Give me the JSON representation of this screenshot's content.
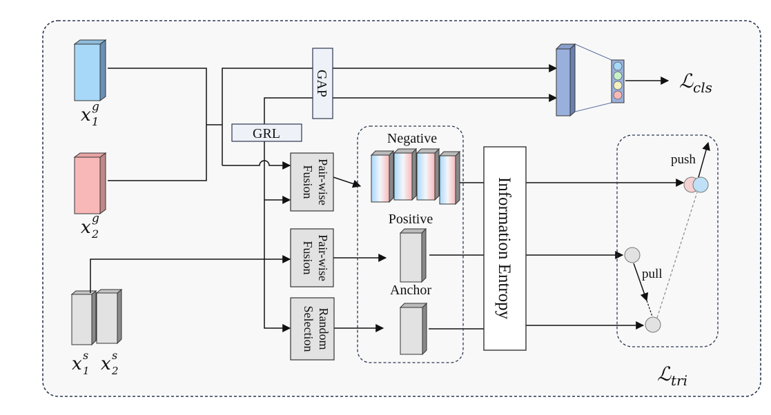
{
  "labels": {
    "gap": "GAP",
    "grl": "GRL",
    "pairwise_fusion": [
      "Pair-wise",
      "Fusion"
    ],
    "random_selection": [
      "Random",
      "Selection"
    ],
    "negative": "Negative",
    "positive": "Positive",
    "anchor": "Anchor",
    "information_entropy": "Information Entropy",
    "push": "push",
    "pull": "pull"
  },
  "math": {
    "x1g": {
      "base": "x",
      "sup": "g",
      "sub": "1"
    },
    "x2g": {
      "base": "x",
      "sup": "g",
      "sub": "2"
    },
    "x1s": {
      "base": "x",
      "sup": "s",
      "sub": "1"
    },
    "x2s": {
      "base": "x",
      "sup": "s",
      "sub": "2"
    },
    "loss_cls": {
      "script": "ℒ",
      "sub": "cls"
    },
    "loss_tri": {
      "script": "ℒ",
      "sub": "tri"
    }
  },
  "colors": {
    "blue": "#a8d8f8",
    "pink": "#f8b8b8",
    "gray": "#e2e2e2",
    "classifier": "#9ab0dc",
    "line": "#111111",
    "border": "#2a3550"
  }
}
